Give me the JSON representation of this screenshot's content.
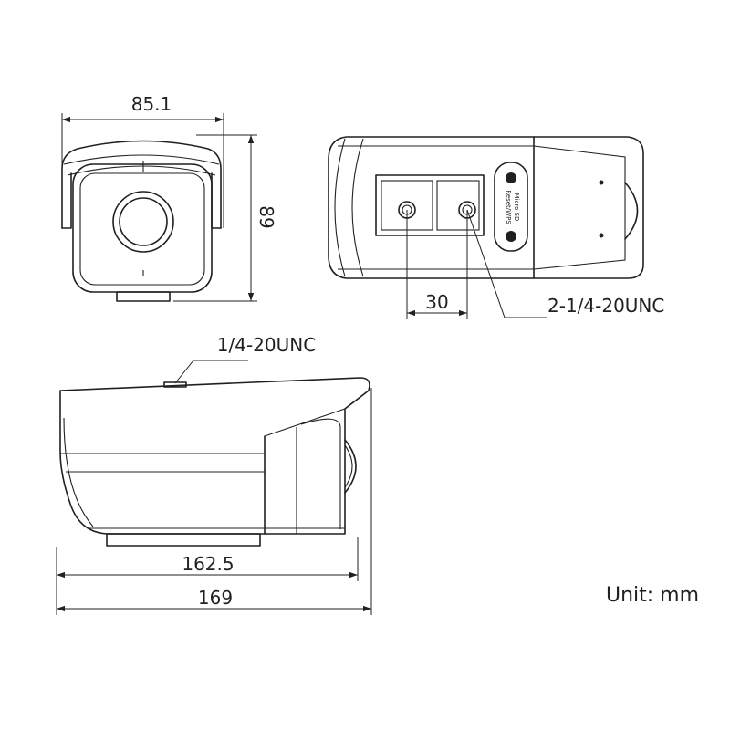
{
  "drawing": {
    "front_view": {
      "width_label": "85.1",
      "height_label": "89"
    },
    "bottom_view": {
      "spacing_label": "30",
      "thread_label": "2-1/4-20UNC",
      "slot_labels": [
        "Micro SD",
        "Reset/WPS"
      ]
    },
    "side_view": {
      "thread_label": "1/4-20UNC",
      "length_inner_label": "162.5",
      "length_total_label": "169"
    },
    "unit_label": "Unit: mm"
  },
  "colors": {
    "line": "#231f20",
    "background": "#ffffff"
  }
}
